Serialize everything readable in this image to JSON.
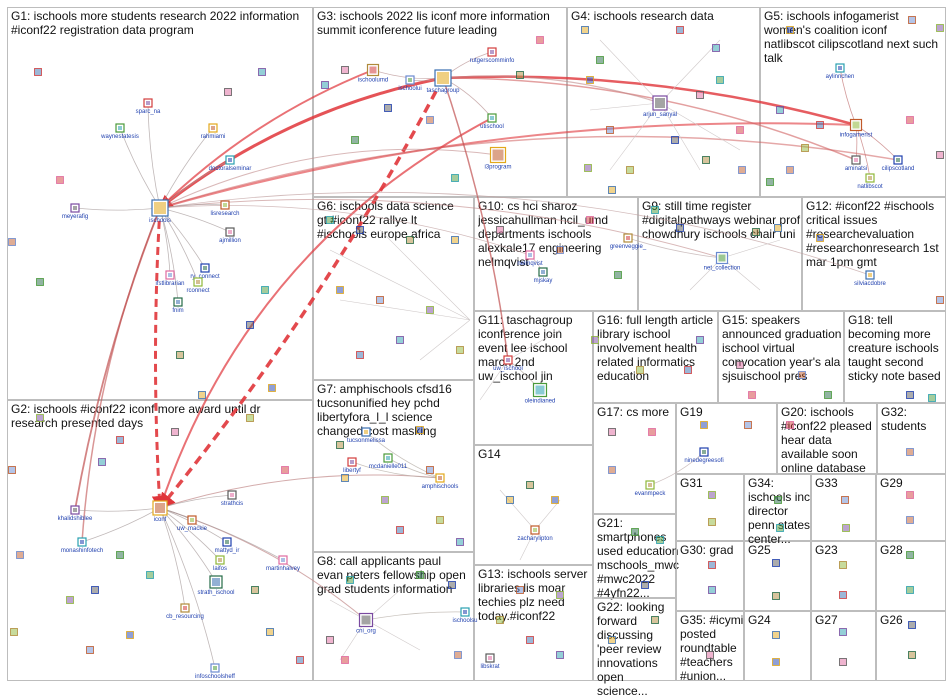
{
  "groups": [
    {
      "id": "G1",
      "label": "G1: ischools more students research 2022 information #iconf22 registration data program"
    },
    {
      "id": "G2",
      "label": "G2: ischools #iconf22 iconf more award until dr research presented days"
    },
    {
      "id": "G3",
      "label": "G3: ischools 2022 lis iconf more information summit iconference future leading"
    },
    {
      "id": "G4",
      "label": "G4: ischools research data"
    },
    {
      "id": "G5",
      "label": "G5: ischools infogamerist women's coalition iconf natlibscot cilipscotland next such talk"
    },
    {
      "id": "G6",
      "label": "G6: ischools data science gt #iconf22 rallye lt #ischools europe africa"
    },
    {
      "id": "G7",
      "label": "G7: amphischools cfsd16 tucsonunified hey pchd libertyfora_l_l science changed cost masking"
    },
    {
      "id": "G8",
      "label": "G8: call applicants paul evan peters fellowship open grad students information"
    },
    {
      "id": "G9",
      "label": "G9: still time register #digitalpathways webinar prof chowdhury ischools chair uni"
    },
    {
      "id": "G10",
      "label": "G10: cs hci sharoz jessicahullman hcil_umd departments ischools alexkale17 engineering nelmqvist"
    },
    {
      "id": "G11",
      "label": "G11: taschagroup iconference join event lee ischool march 2nd uw_ischool jin"
    },
    {
      "id": "G12",
      "label": "G12: #iconf22 #ischools critical issues #researchevaluation #researchonresearch 1st mar 1pm gmt"
    },
    {
      "id": "G13",
      "label": "G13: ischools server libraries lis moar techies plz need today.#iconf22"
    },
    {
      "id": "G14",
      "label": "G14"
    },
    {
      "id": "G15",
      "label": "G15: speakers announced graduation ischool virtual convocation year's ala sjsuischool pres"
    },
    {
      "id": "G16",
      "label": "G16: full length article library ischool involvement health related informatics education"
    },
    {
      "id": "G17",
      "label": "G17: cs more"
    },
    {
      "id": "G18",
      "label": "G18: tell becoming more creature ischools taught second sticky note based"
    },
    {
      "id": "G19",
      "label": "G19"
    },
    {
      "id": "G20",
      "label": "G20: ischools #iconf22 pleased hear data available soon online database"
    },
    {
      "id": "G21",
      "label": "G21: smartphones used education mschools_mwc #mwc2022 #4yfn22..."
    },
    {
      "id": "G22",
      "label": "G22: looking forward discussing 'peer review innovations open science..."
    },
    {
      "id": "G23",
      "label": "G23"
    },
    {
      "id": "G24",
      "label": "G24"
    },
    {
      "id": "G25",
      "label": "G25"
    },
    {
      "id": "G26",
      "label": "G26"
    },
    {
      "id": "G27",
      "label": "G27"
    },
    {
      "id": "G28",
      "label": "G28"
    },
    {
      "id": "G29",
      "label": "G29"
    },
    {
      "id": "G30",
      "label": "G30: grad"
    },
    {
      "id": "G31",
      "label": "G31"
    },
    {
      "id": "G32",
      "label": "G32: students"
    },
    {
      "id": "G33",
      "label": "G33"
    },
    {
      "id": "G34",
      "label": "G34: ischools inc director penn states center..."
    },
    {
      "id": "G35",
      "label": "G35: #icymi posted roundtable #teachers #union..."
    }
  ],
  "node_labels": [
    {
      "id": "ischools",
      "text": "ischools"
    },
    {
      "id": "sparc_na",
      "text": "sparc_na"
    },
    {
      "id": "waynestatesis",
      "text": "waynestatesis"
    },
    {
      "id": "rahmiami",
      "text": "rahmiami"
    },
    {
      "id": "meyerafig",
      "text": "meyerafig"
    },
    {
      "id": "doctoralseminar",
      "text": "doctoralseminar"
    },
    {
      "id": "lisresearch",
      "text": "lisresearch"
    },
    {
      "id": "ajmillion",
      "text": "ajmillion"
    },
    {
      "id": "ry_connect",
      "text": "ry_connect"
    },
    {
      "id": "rconnect",
      "text": "rconnect"
    },
    {
      "id": "ifstlibrarian",
      "text": "ifstlibrarian"
    },
    {
      "id": "fnim",
      "text": "fnim"
    },
    {
      "id": "ischoolumd",
      "text": "ischoolumd"
    },
    {
      "id": "ischoolui",
      "text": "ischoolui"
    },
    {
      "id": "taschagroup",
      "text": "taschagroup"
    },
    {
      "id": "rutgerscomminfo",
      "text": "rutgerscomminfo"
    },
    {
      "id": "utischool",
      "text": "utischool"
    },
    {
      "id": "i3program",
      "text": "i3program"
    },
    {
      "id": "arjun_sanyal",
      "text": "arjun_sanyal"
    },
    {
      "id": "aylinnchen",
      "text": "aylinnchen"
    },
    {
      "id": "infogamerist",
      "text": "infogamerist"
    },
    {
      "id": "aminatsi",
      "text": "aminatsi"
    },
    {
      "id": "cilipscotland",
      "text": "cilipscotland"
    },
    {
      "id": "natlibscot",
      "text": "natlibscot"
    },
    {
      "id": "nelmqvist",
      "text": "nelmqvist"
    },
    {
      "id": "mjskay",
      "text": "mjskay"
    },
    {
      "id": "greenveggie",
      "text": "greenveggie_"
    },
    {
      "id": "net_collection",
      "text": "net_collection"
    },
    {
      "id": "silviacdobre",
      "text": "silviacdobre"
    },
    {
      "id": "uw_ischool",
      "text": "uw_ischool"
    },
    {
      "id": "oleindianed",
      "text": "oleindianed"
    },
    {
      "id": "iconf",
      "text": "iconf"
    },
    {
      "id": "khalidshiblee",
      "text": "khalidshiblee"
    },
    {
      "id": "monashinfotech",
      "text": "monashinfotech"
    },
    {
      "id": "uw_mackie",
      "text": "uw_mackie"
    },
    {
      "id": "strathcis",
      "text": "strathcis"
    },
    {
      "id": "mattyd_ir",
      "text": "mattyd_ir"
    },
    {
      "id": "laifos",
      "text": "laifos"
    },
    {
      "id": "martinhalvey",
      "text": "martinhalvey"
    },
    {
      "id": "strath_ischool",
      "text": "strath_ischool"
    },
    {
      "id": "cb_resourcing",
      "text": "cb_resourcing"
    },
    {
      "id": "infoschoolsheff",
      "text": "infoschoolsheff"
    },
    {
      "id": "tucsonmelissa",
      "text": "tucsonmelissa"
    },
    {
      "id": "libertyf",
      "text": "libertyf"
    },
    {
      "id": "mcdanielle0",
      "text": "mcdanielle011"
    },
    {
      "id": "amphischools",
      "text": "amphischools"
    },
    {
      "id": "cni_org",
      "text": "cni_org"
    },
    {
      "id": "ischoolsu",
      "text": "ischoolsu"
    },
    {
      "id": "zacharylipton",
      "text": "zacharylipton"
    },
    {
      "id": "libskrat",
      "text": "libskrat"
    },
    {
      "id": "ninedegreesofi",
      "text": "ninedegreesofi"
    },
    {
      "id": "evanmpeck",
      "text": "evanmpeck"
    }
  ]
}
